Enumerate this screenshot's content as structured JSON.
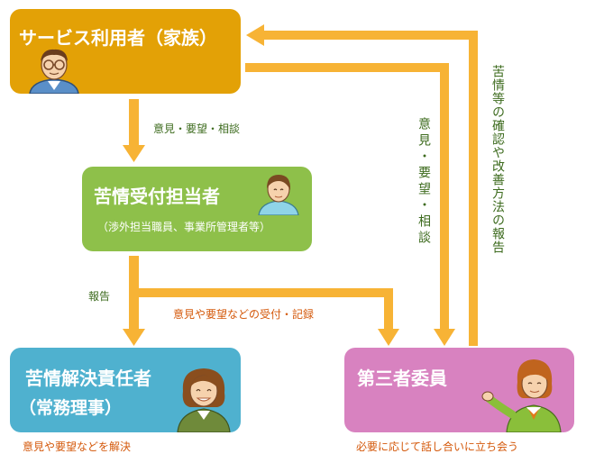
{
  "colors": {
    "user_box": "#e3a106",
    "receiver_box": "#8ec04a",
    "resolver_box": "#4fb1cf",
    "third_party_box": "#d882c0",
    "arrow": "#f7b335",
    "green_text": "#3d6b1e",
    "orange_text": "#d4580a"
  },
  "boxes": {
    "user": {
      "title": "サービス利用者（家族）",
      "icon": "man-with-glasses-icon"
    },
    "receiver": {
      "title": "苦情受付担当者",
      "subtitle": "（渉外担当職員、事業所管理者等）",
      "icon": "woman-receptionist-icon"
    },
    "resolver": {
      "title": "苦情解決責任者",
      "subtitle": "（常務理事）",
      "icon": "woman-smiling-icon"
    },
    "third_party": {
      "title": "第三者委員",
      "icon": "woman-presenting-icon"
    }
  },
  "labels": {
    "user_to_receiver": "意見・要望・相談",
    "user_to_third_party": "意見・要望・相談",
    "third_party_to_user": "苦情等の確認や改善方法の報告",
    "report": "報告",
    "reception_record": "意見や要望などの受付・記録",
    "resolver_caption": "意見や要望などを解決",
    "third_party_caption": "必要に応じて話し合いに立ち会う"
  }
}
